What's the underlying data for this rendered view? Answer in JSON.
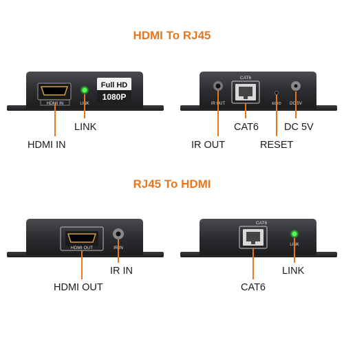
{
  "colors": {
    "accent": "#E8761C",
    "callout_line": "#E8761C",
    "device_body": "#2e2f31",
    "led": "#33dd33"
  },
  "section_top": {
    "title": "HDMI To RJ45"
  },
  "section_bottom": {
    "title": "RJ45 To HDMI"
  },
  "tx_front": {
    "port_label": "HDMI IN",
    "led_label": "LINK",
    "badge_line1": "Full HD",
    "badge_line2": "1080P",
    "callouts": {
      "hdmi": "HDMI IN",
      "link": "LINK"
    }
  },
  "tx_back": {
    "ir_label": "IR OUT",
    "cat_label": "CAT6",
    "edid_label": "EDID",
    "dc_label": "DC 5V",
    "callouts": {
      "ir": "IR OUT",
      "cat": "CAT6",
      "reset": "RESET",
      "dc": "DC 5V"
    }
  },
  "rx_front": {
    "port_label": "HDMI OUT",
    "ir_label": "IR IN",
    "callouts": {
      "hdmi": "HDMI OUT",
      "ir": "IR IN"
    }
  },
  "rx_back": {
    "cat_label": "CAT6",
    "led_label": "LINK",
    "callouts": {
      "cat": "CAT6",
      "link": "LINK"
    }
  }
}
